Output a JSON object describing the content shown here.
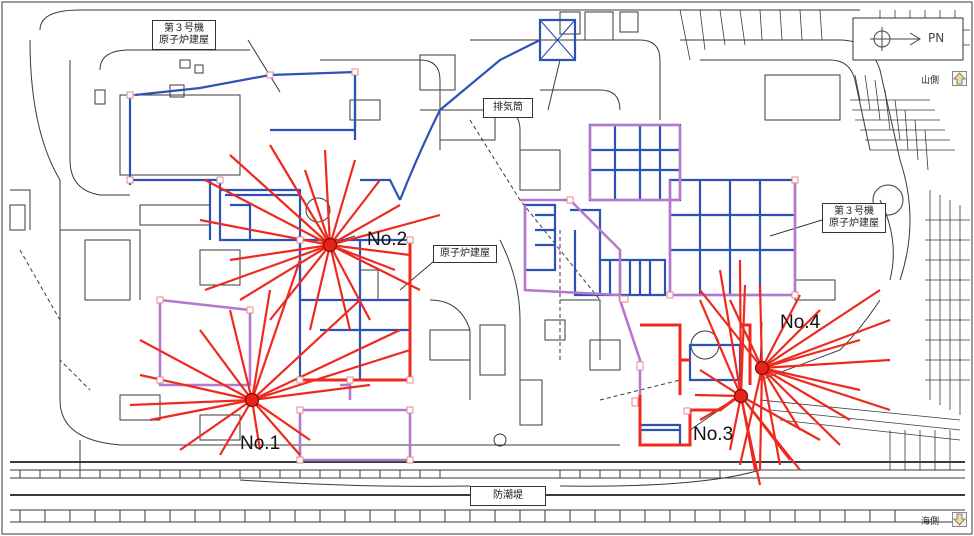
{
  "labels": {
    "unit3_reactor_building_top": [
      "第３号機",
      "原子炉建屋"
    ],
    "exhaust_stack": "排気筒",
    "reactor_building": "原子炉建屋",
    "unit3_reactor_building_right": [
      "第３号機",
      "原子炉建屋"
    ],
    "seawall": "防潮堤",
    "mountain_side": "山側",
    "sea_side": "海側"
  },
  "north_indicator": "PN",
  "points": [
    {
      "id": "No.1",
      "label": "No.1"
    },
    {
      "id": "No.2",
      "label": "No.2"
    },
    {
      "id": "No.3",
      "label": "No.3"
    },
    {
      "id": "No.4",
      "label": "No.4"
    }
  ],
  "colors": {
    "survey_line": "#ee2a1e",
    "point_fill": "#e8221a",
    "pipe_blue": "#2d52b5",
    "route_purple": "#b678cc",
    "base_line": "#3a3a3a"
  }
}
